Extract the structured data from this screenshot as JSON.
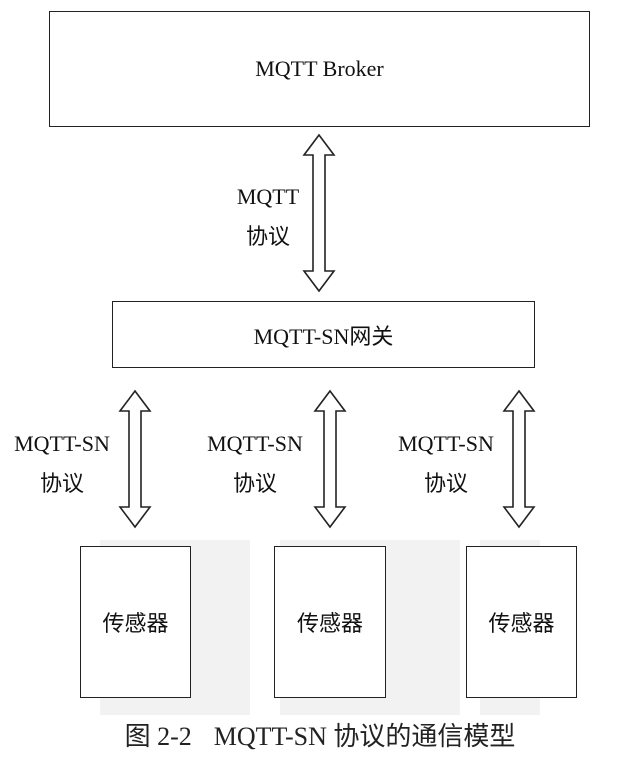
{
  "nodes": {
    "broker": "MQTT Broker",
    "gateway": "MQTT-SN网关",
    "sensors": [
      "传感器",
      "传感器",
      "传感器"
    ]
  },
  "edges": {
    "broker_gateway": {
      "line1": "MQTT",
      "line2": "协议"
    },
    "gateway_sensors": [
      {
        "line1": "MQTT-SN",
        "line2": "协议"
      },
      {
        "line1": "MQTT-SN",
        "line2": "协议"
      },
      {
        "line1": "MQTT-SN",
        "line2": "协议"
      }
    ]
  },
  "caption": {
    "number": "图 2-2",
    "text": "MQTT-SN 协议的通信模型"
  },
  "colors": {
    "stroke": "#222222",
    "watermark": "#f2f2f2"
  }
}
